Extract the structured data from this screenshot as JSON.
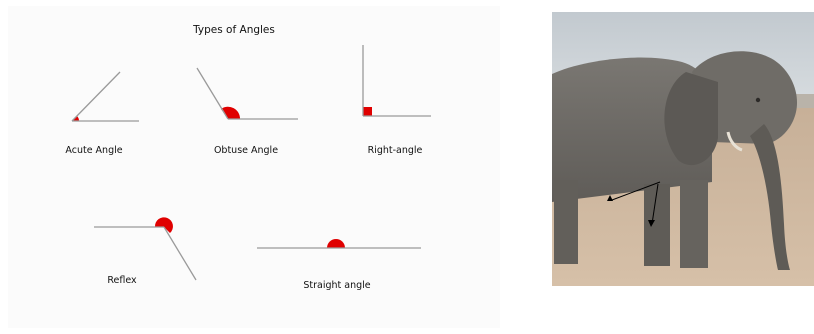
{
  "diagram": {
    "title": "Types of Angles",
    "labels": {
      "acute": "Acute Angle",
      "obtuse": "Obtuse Angle",
      "right": "Right-angle",
      "reflex": "Reflex",
      "straight": "Straight angle"
    },
    "colors": {
      "line": "#9a9a9a",
      "arc": "#e00000",
      "panel": "#fbfbfb"
    }
  },
  "photo": {
    "subject": "elephant-with-angle-markers",
    "colors": {
      "sky": "#c6ccd2",
      "ground": "#cdb49a",
      "skin": "#6e6b66",
      "marker": "#000000"
    }
  }
}
